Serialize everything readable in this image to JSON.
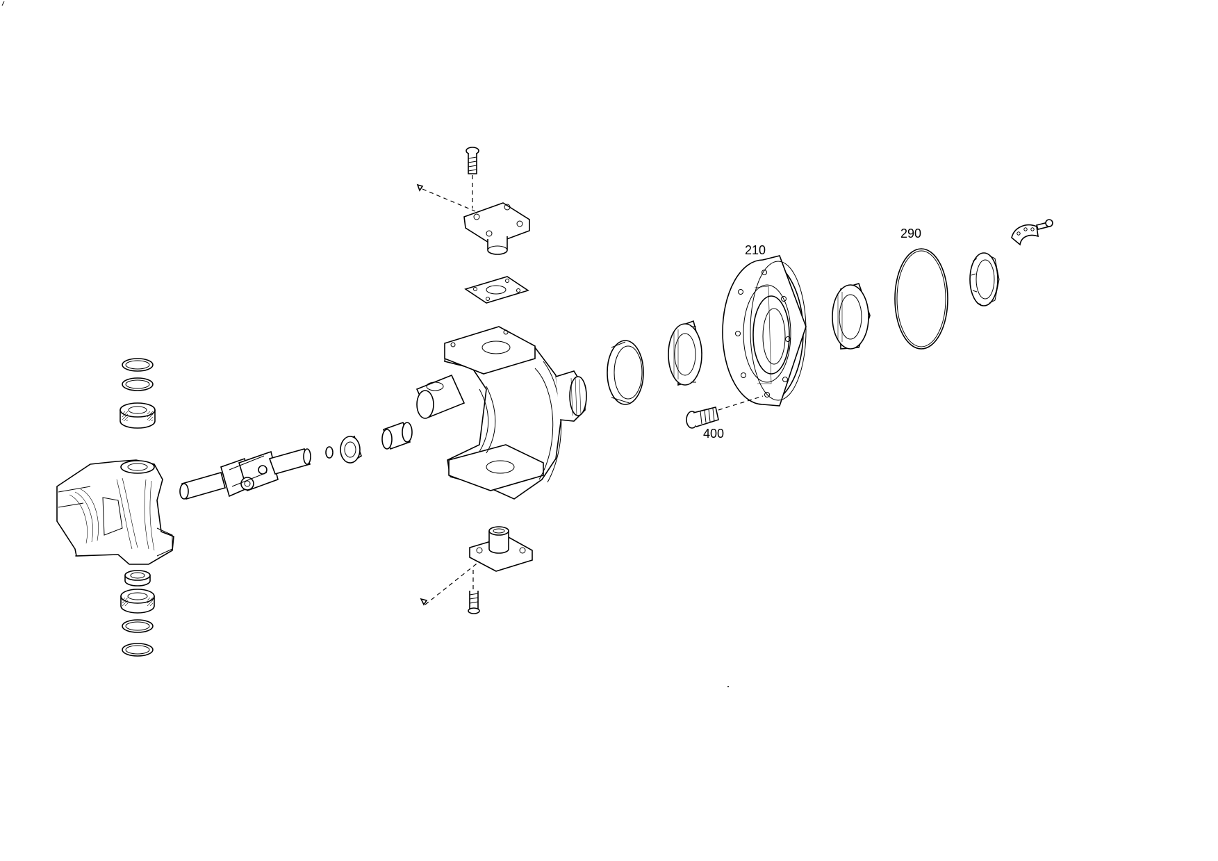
{
  "callouts": {
    "c210": "210",
    "c290": "290",
    "c400": "400"
  }
}
